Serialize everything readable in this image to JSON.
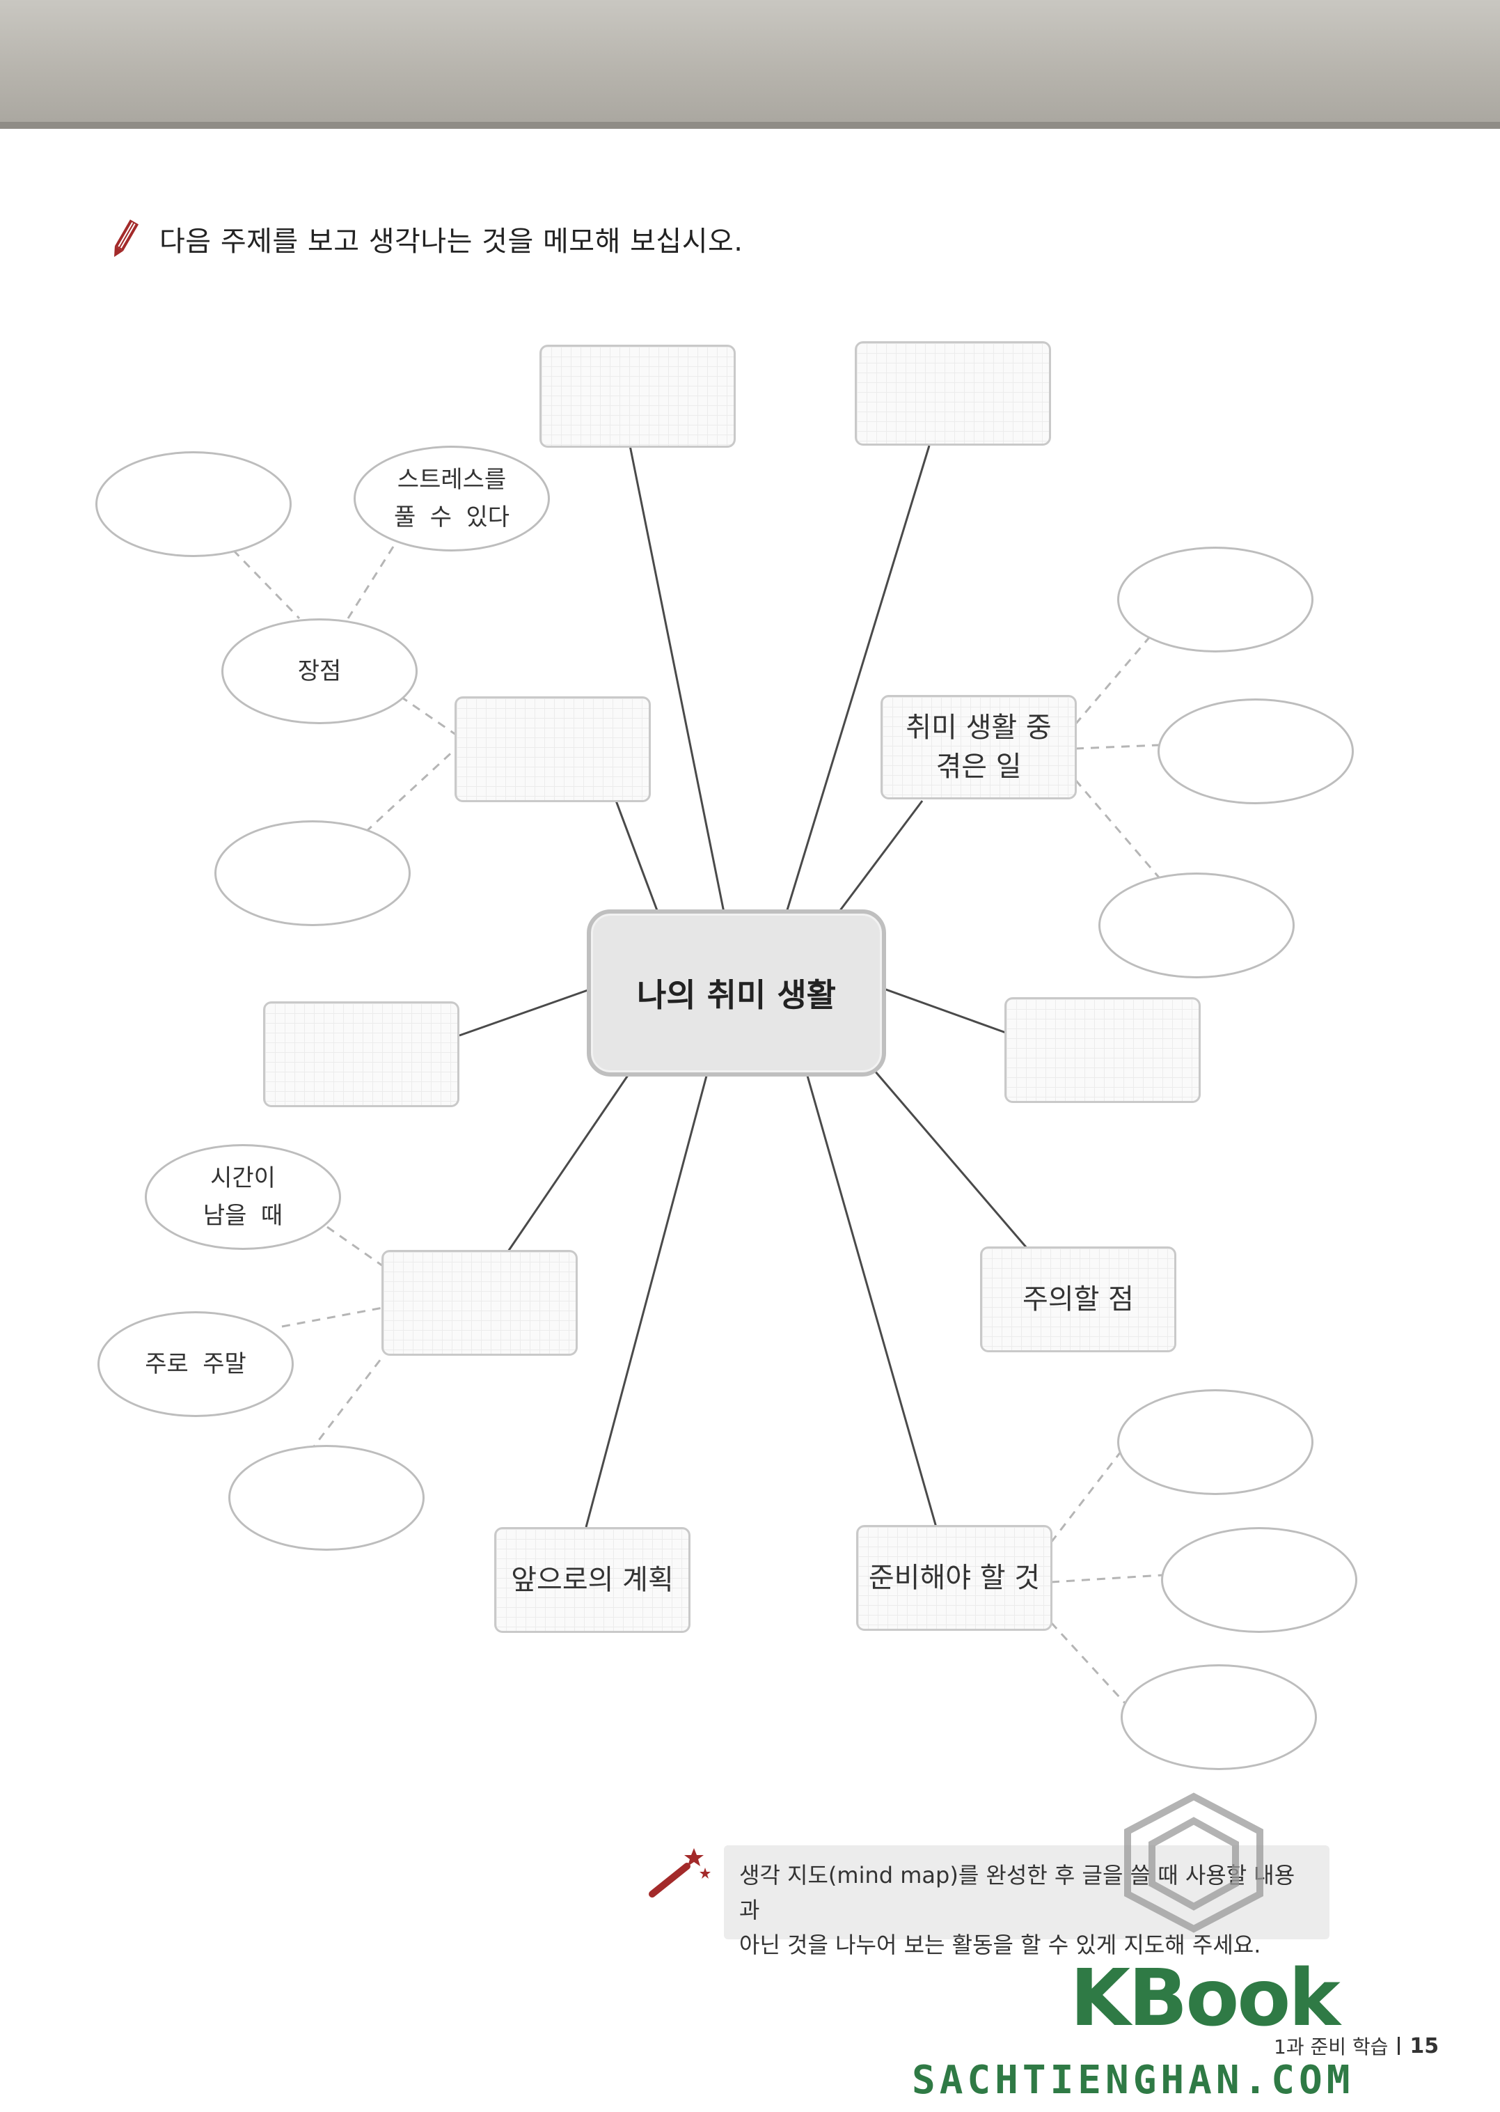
{
  "instruction": {
    "text": "다음 주제를 보고 생각나는 것을 메모해 보십시오.",
    "icon": "pencil-icon"
  },
  "mindmap": {
    "center": "나의 취미 생활",
    "branches": [
      {
        "id": "top-left",
        "label": ""
      },
      {
        "id": "top-right",
        "label": ""
      },
      {
        "id": "upper-left",
        "label": "",
        "ellipses": [
          "장점",
          ""
        ]
      },
      {
        "id": "upper-right",
        "label": "취미 생활 중\n겪은 일",
        "ellipses": [
          "",
          "",
          ""
        ]
      },
      {
        "id": "middle-left",
        "label": ""
      },
      {
        "id": "middle-right",
        "label": ""
      },
      {
        "id": "lower-left",
        "label": "",
        "ellipses": [
          "시간이\n남을 때",
          "주로 주말",
          ""
        ]
      },
      {
        "id": "lower-right",
        "label": "주의할 점"
      },
      {
        "id": "bottom-left",
        "label": "앞으로의 계획"
      },
      {
        "id": "bottom-right",
        "label": "준비해야 할 것",
        "ellipses": [
          "",
          "",
          ""
        ]
      }
    ],
    "advantage_subitems": [
      "",
      "스트레스를\n풀 수 있다"
    ]
  },
  "tip": {
    "line1": "생각 지도(mind map)를 완성한 후 글을 쓸 때 사용할 내용과",
    "line2": "아닌 것을 나누어 보는 활동을 할 수 있게 지도해 주세요.",
    "icon": "magic-wand-icon"
  },
  "watermark": {
    "brand": "KBook",
    "site": "SACHTIENGHAN.COM"
  },
  "footer": {
    "lesson": "1과 준비 학습",
    "page": "15"
  },
  "colors": {
    "box_border": "#c9c9c9",
    "center_fill": "#e6e6e6",
    "icon_red": "#a32a2a",
    "watermark_green": "#2f7a45"
  }
}
